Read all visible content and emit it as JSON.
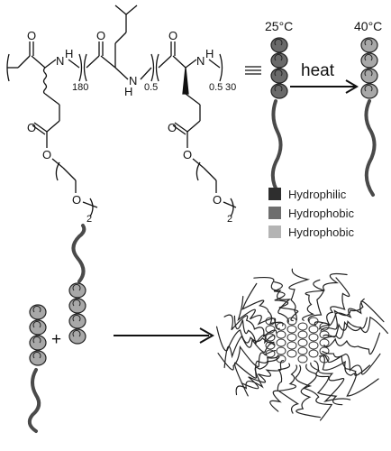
{
  "chemistry": {
    "atom_o": "O",
    "atom_n": "N",
    "atom_h": "H",
    "sub_180": "180",
    "sub_05a": "0.5",
    "sub_05b": "0.5",
    "sub_30": "30",
    "sub_2a": "2",
    "sub_2b": "2"
  },
  "transition": {
    "temp_low": "25°C",
    "temp_high": "40°C",
    "heat_label": "heat"
  },
  "legend": {
    "items": [
      {
        "label": "Hydrophilic",
        "color": "#2e2e2e"
      },
      {
        "label": "Hydrophobic",
        "color": "#6e6e6e"
      },
      {
        "label": "Hydrophobic",
        "color": "#b4b4b4"
      }
    ]
  },
  "assembly": {
    "plus_label": "+"
  },
  "colors": {
    "tail": "#4a4a4a",
    "helix_dark": "#6a6a6a",
    "helix_light": "#a8a8a8",
    "line": "#111111"
  }
}
